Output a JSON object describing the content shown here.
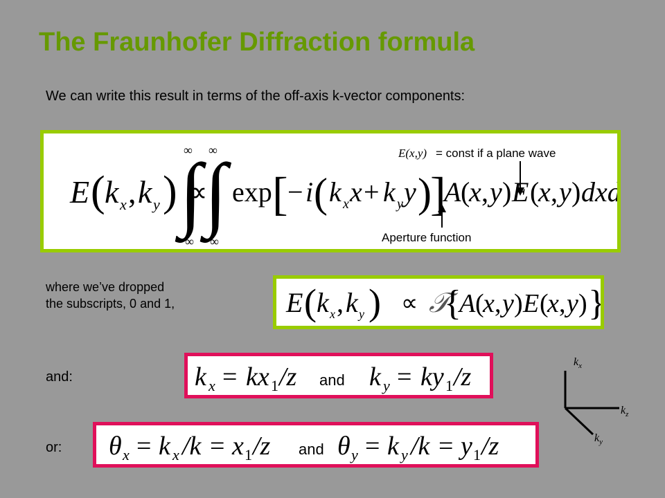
{
  "slide": {
    "title": "The Fraunhofer Diffraction formula",
    "intro": "We can write this result in terms of the off-axis k-vector components:",
    "colors": {
      "background": "#999999",
      "title": "#669900",
      "green_box": "#99cc00",
      "pink_box": "#e0105a"
    }
  },
  "formula_box": {
    "annotation_top_math": "E(x,y)",
    "annotation_top_text": " = const if a plane wave",
    "annotation_bottom": "Aperture function",
    "equation": {
      "lhs": "E(kx,ky)",
      "relation": "∝",
      "integral_upper": "∞",
      "integral_lower": "−∞",
      "integrand": "exp[−i(kx x + ky y)] A(x,y) E(x,y) dx dy"
    }
  },
  "dropped_note": {
    "line1": "where we’ve dropped",
    "line2": "the subscripts, 0 and 1,",
    "equation": "E(kx,ky) ∝ F{A(x,y)E(x,y)}"
  },
  "and_row": {
    "label": "and:",
    "connector": "and",
    "eq1": "kx = kx1/z",
    "eq2": "ky = ky1/z"
  },
  "or_row": {
    "label": "or:",
    "connector": "and",
    "eq1": "θx = kx /k = x1/z",
    "eq2": "θy = ky /k = y1/z"
  },
  "axes_diagram": {
    "kx": "kx",
    "ky": "ky",
    "kz": "kz"
  }
}
